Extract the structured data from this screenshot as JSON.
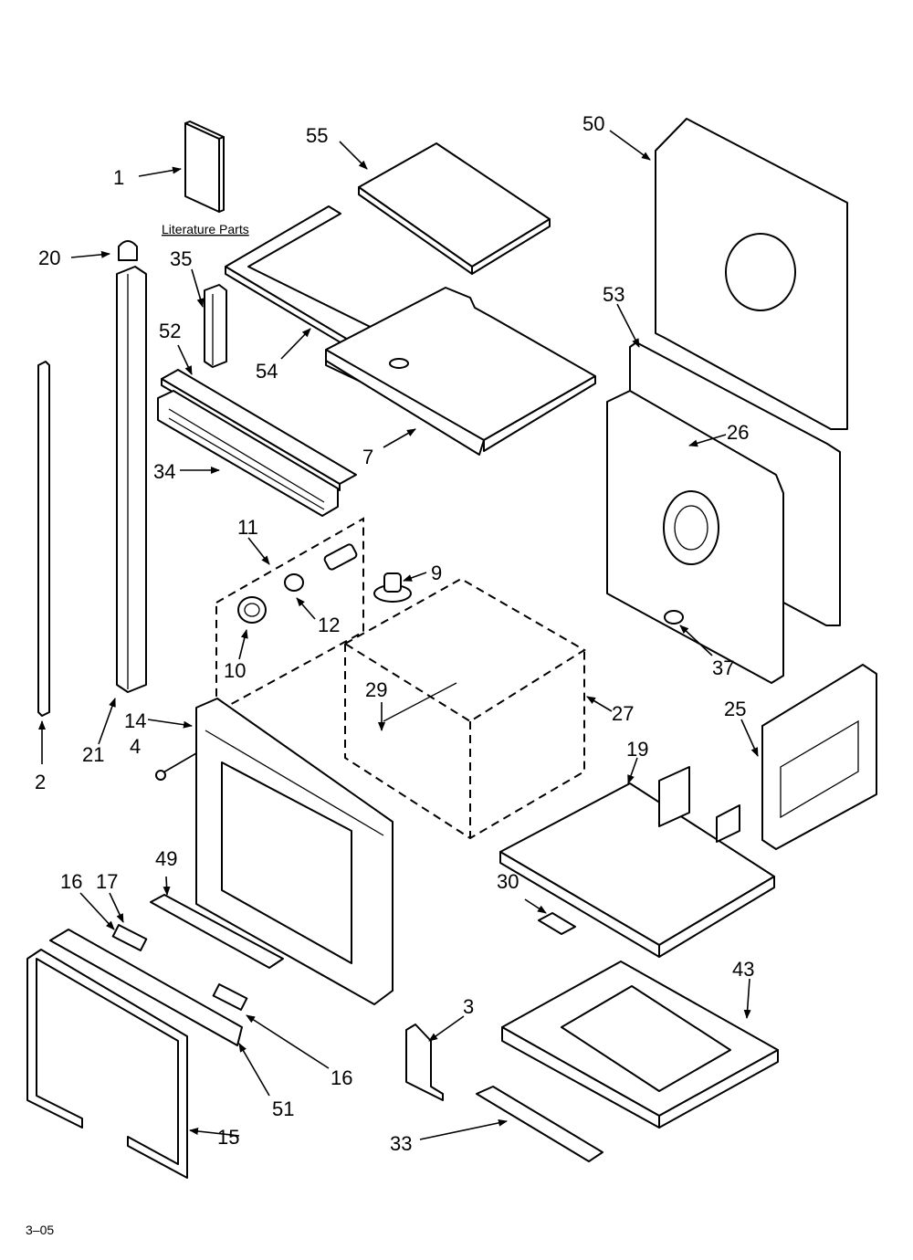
{
  "literature_label": "Literature Parts",
  "footer_code": "3–05",
  "callouts": [
    "1",
    "2",
    "3",
    "4",
    "7",
    "9",
    "10",
    "11",
    "12",
    "14",
    "15",
    "16",
    "16",
    "17",
    "19",
    "20",
    "21",
    "25",
    "26",
    "27",
    "29",
    "30",
    "33",
    "34",
    "35",
    "37",
    "43",
    "49",
    "50",
    "51",
    "52",
    "53",
    "54",
    "55"
  ]
}
